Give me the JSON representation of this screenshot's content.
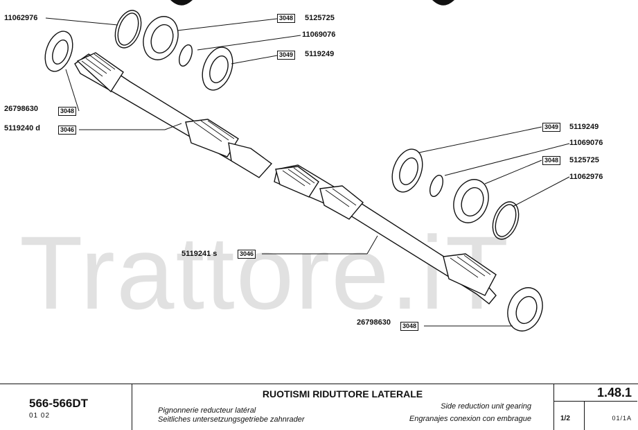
{
  "diagram": {
    "labels": {
      "l1": "11062976",
      "l2": "5125725",
      "l3": "11069076",
      "l4": "5119249",
      "l5": "26798630",
      "l6": "5119240 d",
      "l7": "5119249",
      "l8": "11069076",
      "l9": "5125725",
      "l10": "11062976",
      "l11": "5119241  s",
      "l12": "26798630"
    },
    "refs": {
      "r1": "3048",
      "r2": "3049",
      "r3": "3048",
      "r4": "3046",
      "r5": "3049",
      "r6": "3048",
      "r7": "3046",
      "r8": "3048"
    },
    "watermark": "Trattore.iT"
  },
  "title_block": {
    "model": "566-566DT",
    "model_sub": "01  02",
    "title": "RUOTISMI RIDUTTORE LATERALE",
    "fr": "Pignonnerie reducteur latéral",
    "de": "Seitliches untersetzungsgetriebe zahnrader",
    "en": "Side reduction unit gearing",
    "es": "Engranajes conexion con embrague",
    "page_number": "1.48.1",
    "sheet": "1/2",
    "rev": "01/1A"
  }
}
